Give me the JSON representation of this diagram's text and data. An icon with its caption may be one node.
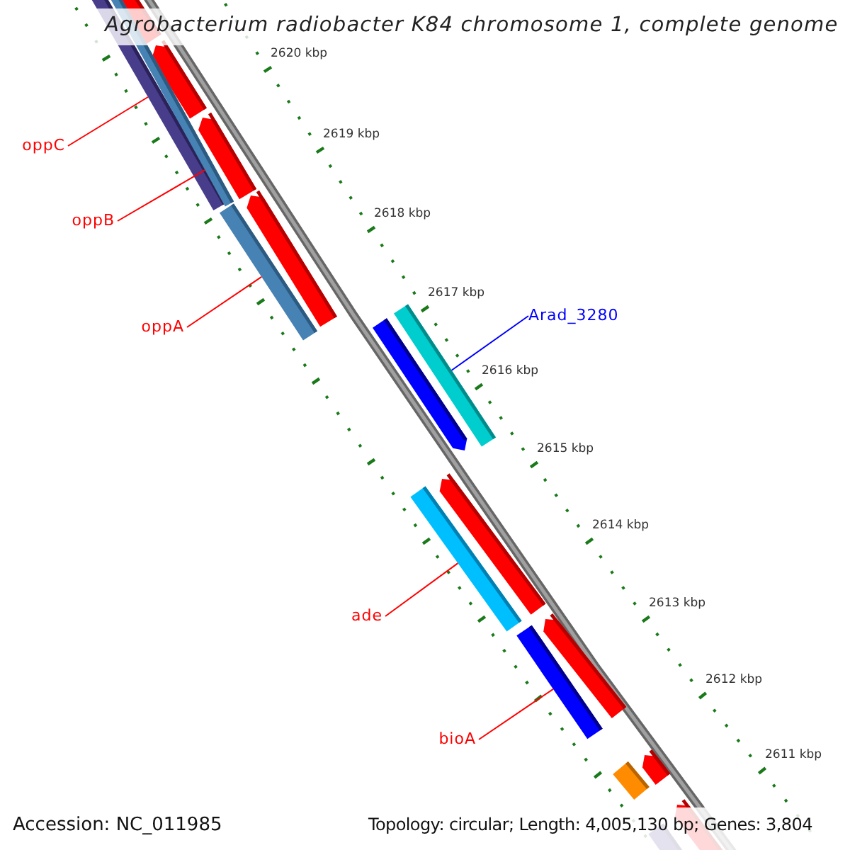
{
  "diagram": {
    "title": "Agrobacterium radiobacter K84 chromosome 1, complete genome",
    "nodes": [
      {
        "text": [
          "oppC"
        ]
      },
      {
        "text": [],
        "shape": "bar"
      },
      {
        "text": [
          "oppB"
        ]
      },
      {
        "text": [],
        "shape": "bar"
      },
      {
        "text": [
          "oppA"
        ]
      },
      {
        "text": [],
        "shape": "bar"
      },
      {
        "text": [
          "Arad_3280"
        ]
      },
      {
        "text": [],
        "shape": "bar"
      },
      {
        "text": [
          "ade"
        ]
      },
      {
        "text": [],
        "shape": "bar"
      },
      {
        "text": [
          "bioA"
        ]
      },
      {
        "text": [],
        "shape": "bar"
      }
    ],
    "edges": [
      {
        "from": 0,
        "to": 1,
        "arrow": "none"
      },
      {
        "from": 2,
        "to": 3,
        "arrow": "none"
      },
      {
        "from": 4,
        "to": 5,
        "arrow": "none"
      },
      {
        "from": 6,
        "to": 7,
        "arrow": "none",
        "color": "#0000ff"
      },
      {
        "from": 8,
        "to": 9,
        "arrow": "none"
      },
      {
        "from": 10,
        "to": 11,
        "arrow": "none"
      }
    ],
    "labels": [
      "2620 kbp",
      "2619 kbp",
      "2618 kbp",
      "2617 kbp",
      "2616 kbp",
      "2615 kbp",
      "2614 kbp",
      "2613 kbp",
      "2612 kbp",
      "2611 kbp",
      "Accession: NC_011985",
      "Topology: circular; Length: 4,005,130 bp; Genes: 3,804"
    ]
  }
}
